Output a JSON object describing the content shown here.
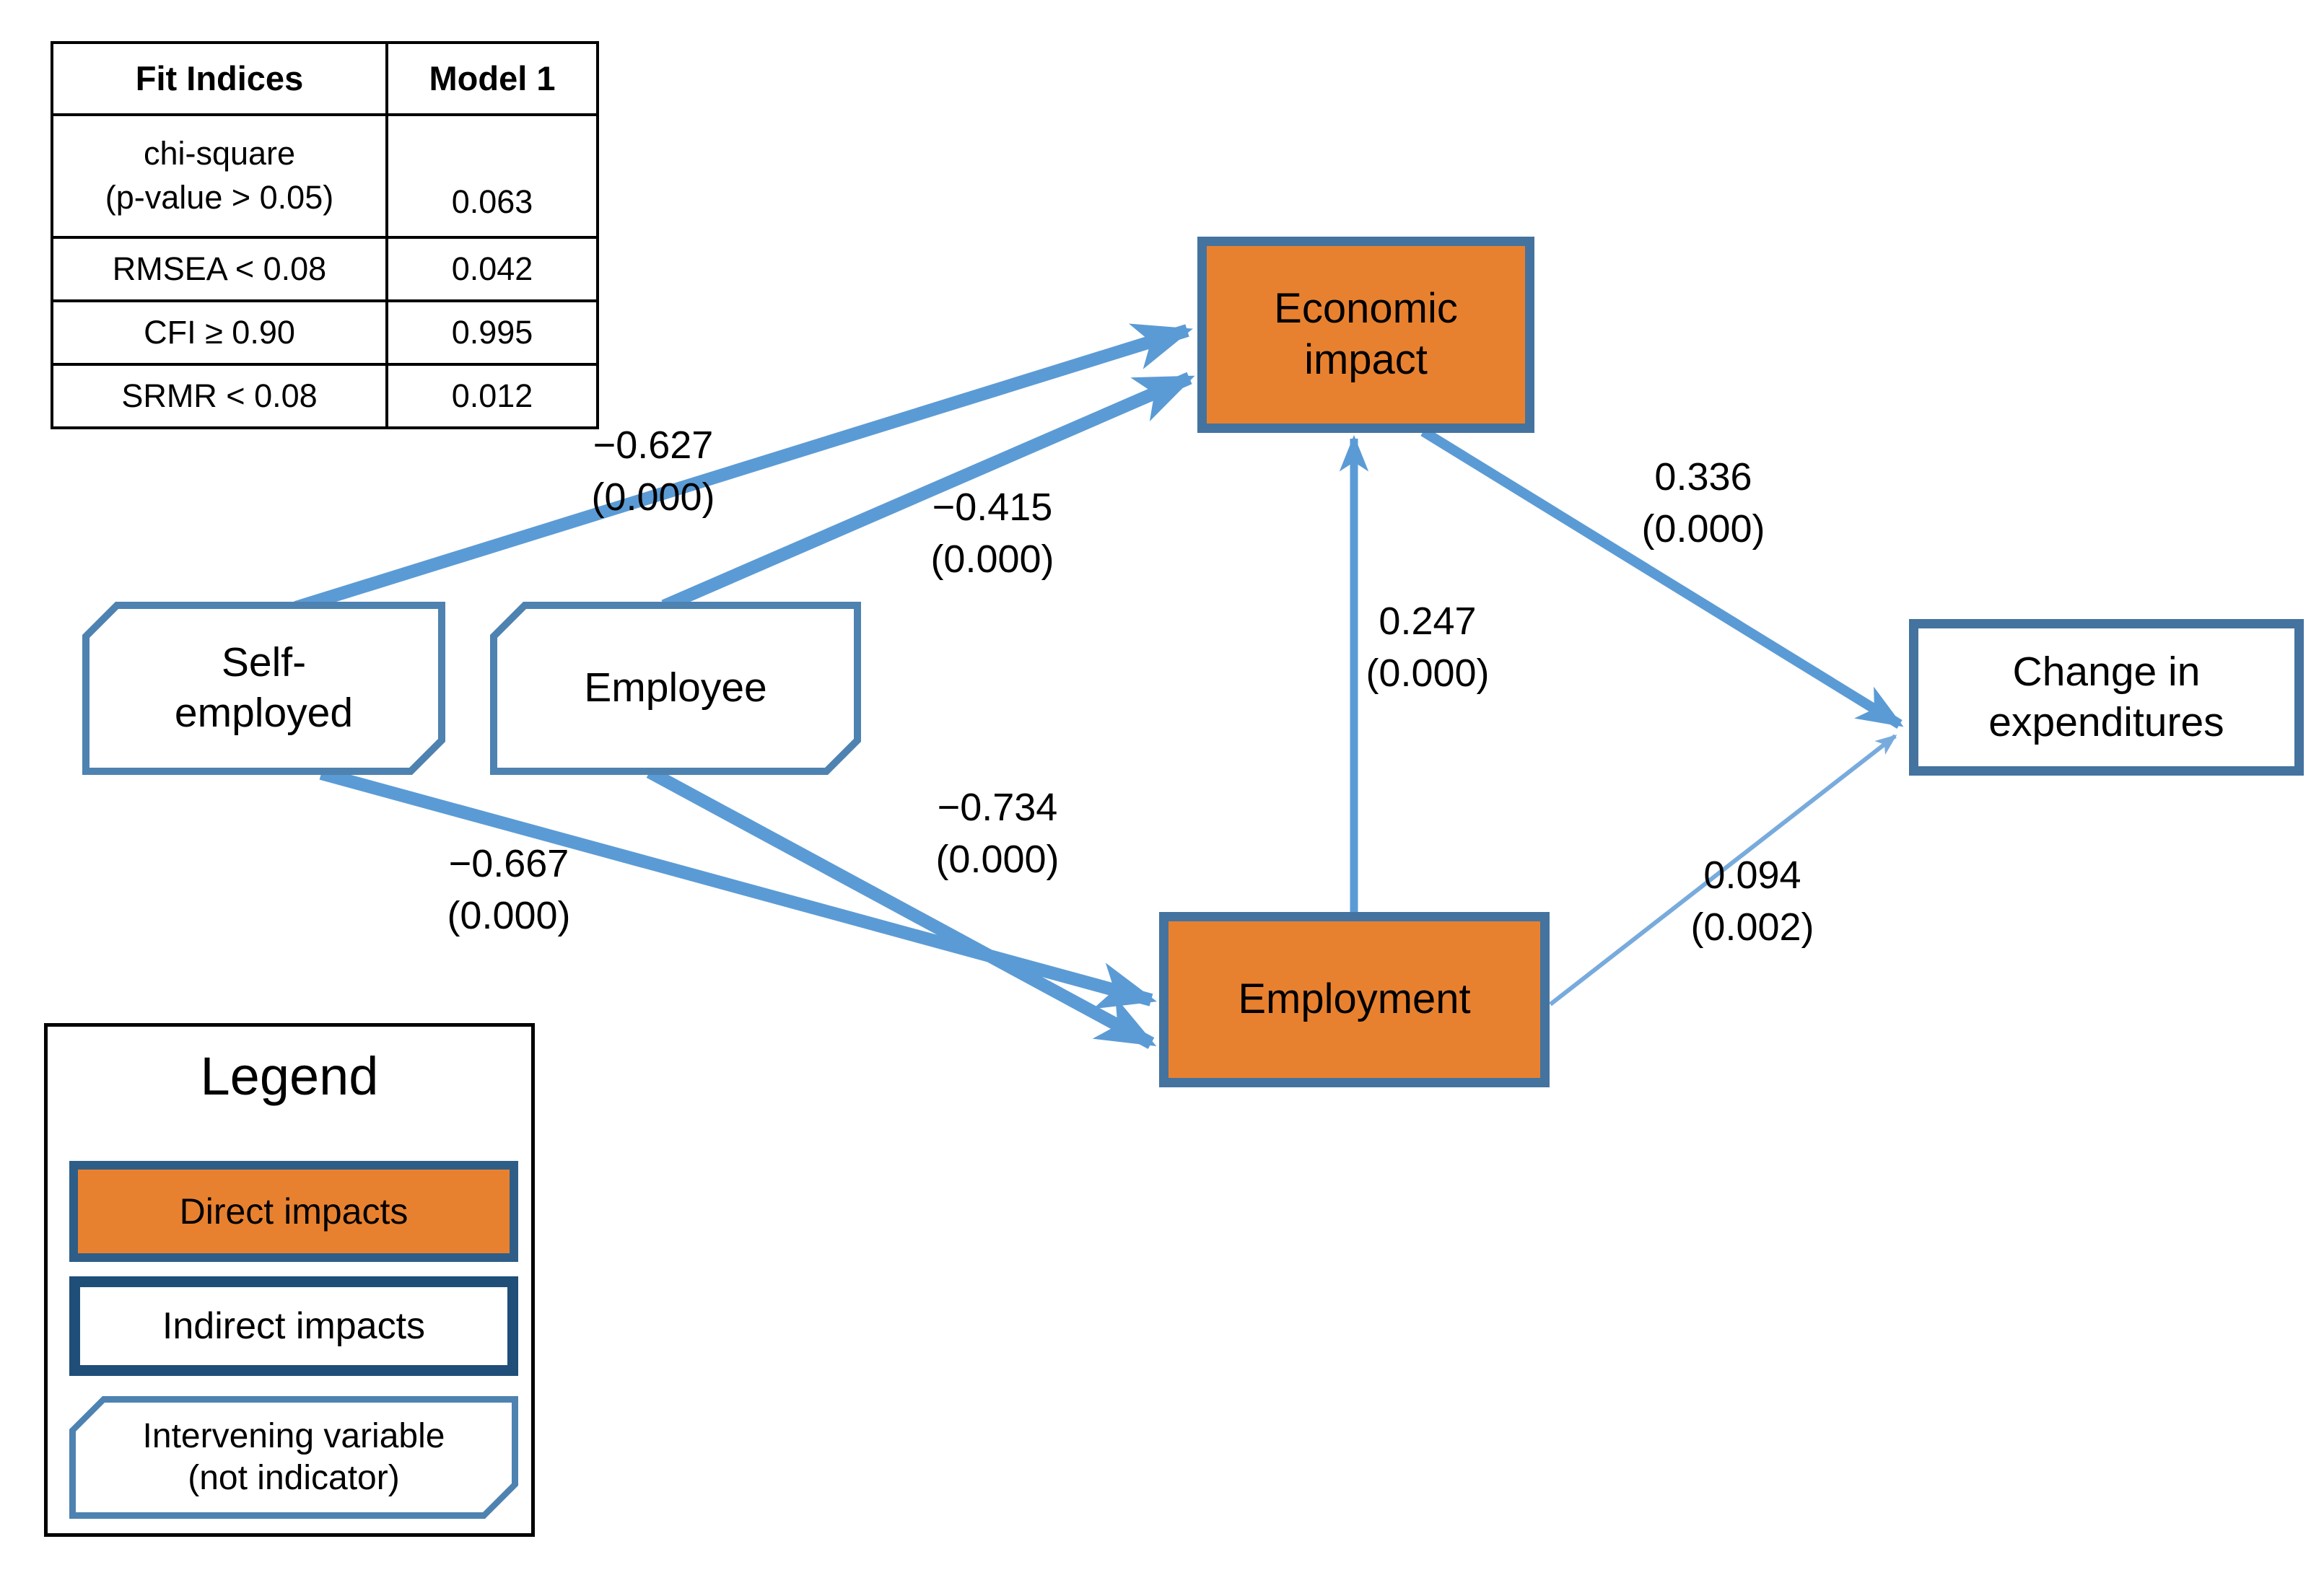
{
  "fit_table": {
    "headers": [
      "Fit Indices",
      "Model 1"
    ],
    "rows": [
      {
        "label": "chi-square\n(p-value > 0.05)",
        "value": "0.063"
      },
      {
        "label": "RMSEA < 0.08",
        "value": "0.042"
      },
      {
        "label": "CFI ≥ 0.90",
        "value": "0.995"
      },
      {
        "label": "SRMR < 0.08",
        "value": "0.012"
      }
    ]
  },
  "nodes": {
    "self_employed": {
      "label": "Self-\nemployed",
      "type": "intervening variable"
    },
    "employee": {
      "label": "Employee",
      "type": "intervening variable"
    },
    "economic_impact": {
      "label": "Economic\nimpact",
      "type": "direct impact"
    },
    "employment": {
      "label": "Employment",
      "type": "direct impact"
    },
    "change_in_expenditures": {
      "label": "Change in\nexpenditures",
      "type": "indirect impact"
    }
  },
  "edges": [
    {
      "from": "Self-employed",
      "to": "Economic impact",
      "coefficient": "−0.627",
      "p_value": "(0.000)"
    },
    {
      "from": "Employee",
      "to": "Economic impact",
      "coefficient": "−0.415",
      "p_value": "(0.000)"
    },
    {
      "from": "Self-employed",
      "to": "Employment",
      "coefficient": "−0.667",
      "p_value": "(0.000)"
    },
    {
      "from": "Employee",
      "to": "Employment",
      "coefficient": "−0.734",
      "p_value": "(0.000)"
    },
    {
      "from": "Employment",
      "to": "Economic impact",
      "coefficient": "0.247",
      "p_value": "(0.000)"
    },
    {
      "from": "Economic impact",
      "to": "Change in expenditures",
      "coefficient": "0.336",
      "p_value": "(0.000)"
    },
    {
      "from": "Employment",
      "to": "Change in expenditures",
      "coefficient": "0.094",
      "p_value": "(0.002)"
    }
  ],
  "legend": {
    "title": "Legend",
    "items": [
      {
        "label": "Direct impacts",
        "style": "orange box"
      },
      {
        "label": "Indirect impacts",
        "style": "white box, dark navy border"
      },
      {
        "label": "Intervening variable\n(not indicator)",
        "style": "white snipped-corner box"
      }
    ]
  },
  "colors": {
    "direct_fill": "#E8812F",
    "node_border": "#44739F",
    "snip_border": "#4E82B0",
    "indirect_border": "#1F4E79",
    "arrow": "#5B9BD5",
    "arrow_light": "#78ABDD"
  }
}
